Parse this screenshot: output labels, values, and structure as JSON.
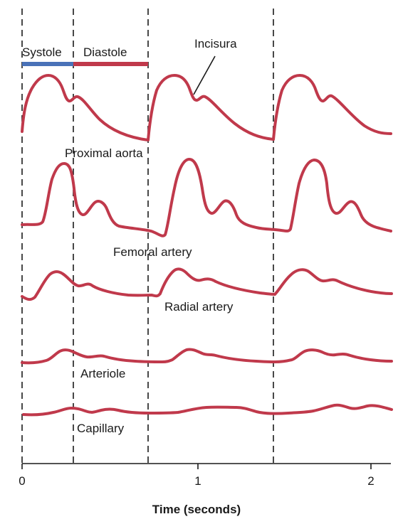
{
  "phase_labels": {
    "systole": "Systole",
    "diastole": "Diastole"
  },
  "annotation": {
    "incisura": "Incisura"
  },
  "vessels": [
    {
      "id": "proximal-aorta",
      "label": "Proximal aorta"
    },
    {
      "id": "femoral-artery",
      "label": "Femoral artery"
    },
    {
      "id": "radial-artery",
      "label": "Radial artery"
    },
    {
      "id": "arteriole",
      "label": "Arteriole"
    },
    {
      "id": "capillary",
      "label": "Capillary"
    }
  ],
  "axis": {
    "title": "Time (seconds)",
    "ticks": [
      "0",
      "1",
      "2"
    ]
  },
  "colors": {
    "wave": "#c0394b",
    "systole_bar": "#4a72b8",
    "diastole_bar": "#c0394b",
    "line": "#1a1a1a"
  }
}
